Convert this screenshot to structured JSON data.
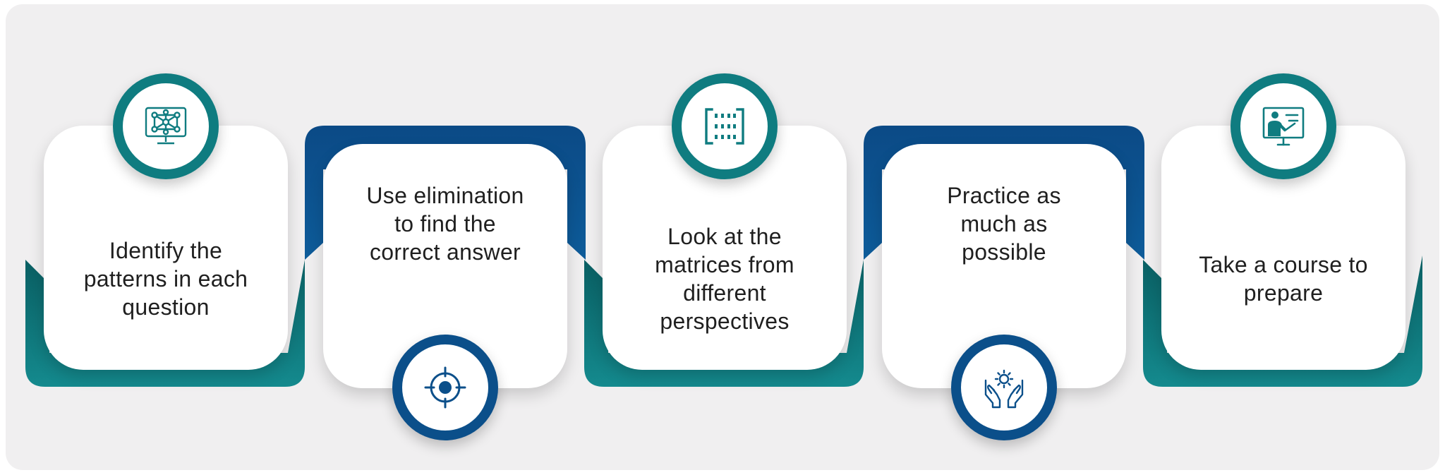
{
  "steps": [
    {
      "label": "Identify the patterns in each question",
      "icon": "network-monitor-icon",
      "accent": "#0f7c80"
    },
    {
      "label": "Use elimination to find the correct answer",
      "icon": "target-icon",
      "accent": "#0b4f8a"
    },
    {
      "label": "Look at the matrices from different perspectives",
      "icon": "matrix-icon",
      "accent": "#0f7c80"
    },
    {
      "label": "Practice as much as possible",
      "icon": "hands-gear-icon",
      "accent": "#0b4f8a"
    },
    {
      "label": "Take a course to prepare",
      "icon": "presentation-icon",
      "accent": "#0f7c80"
    }
  ],
  "colors": {
    "teal": "#0f7c80",
    "blue": "#0b4f8a",
    "panel": "#f0eff0"
  }
}
